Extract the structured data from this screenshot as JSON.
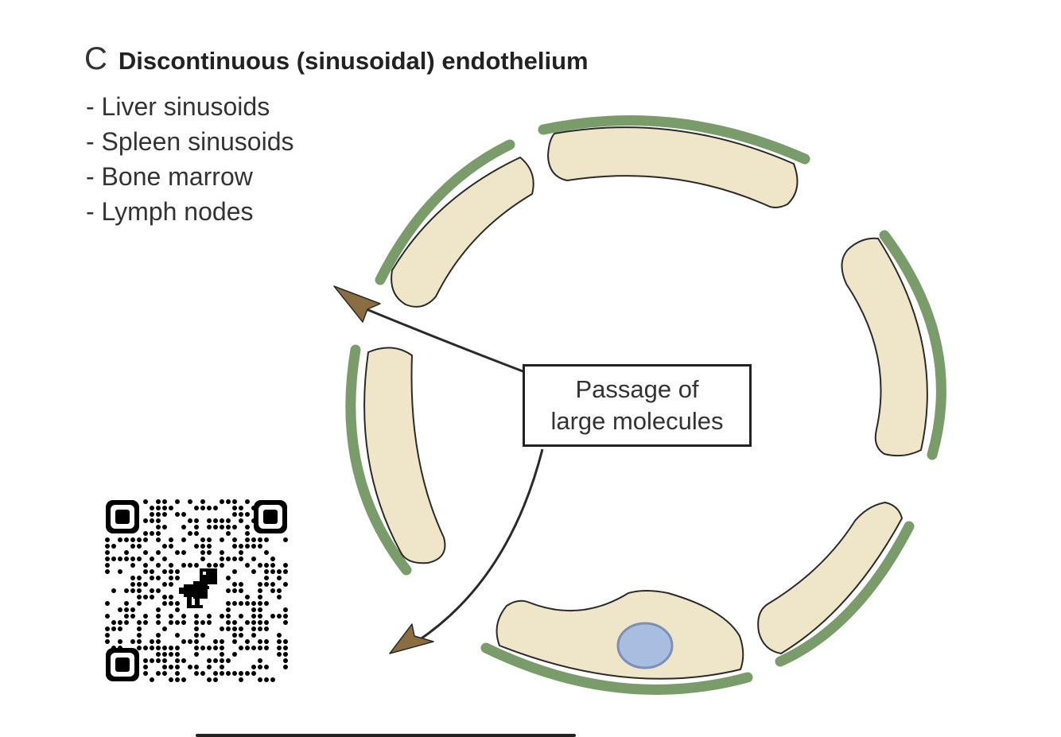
{
  "header": {
    "panel_letter": "C",
    "title": "Discontinuous (sinusoidal) endothelium"
  },
  "examples": [
    "- Liver sinusoids",
    "- Spleen sinusoids",
    "- Bone marrow",
    "- Lymph nodes"
  ],
  "callout": {
    "line1": "Passage of",
    "line2": "large molecules"
  },
  "colors": {
    "basement_membrane": "#7a9c6a",
    "cell_fill": "#efe6c9",
    "cell_outline": "#2a2a2a",
    "nucleus_fill": "#a9bde0",
    "nucleus_outline": "#7d8fb5",
    "arrowhead": "#8a6d40",
    "arrow_line": "#2a2a2a"
  },
  "icons": {
    "qr_code": "qr-code-icon",
    "dino": "dinosaur-icon"
  }
}
